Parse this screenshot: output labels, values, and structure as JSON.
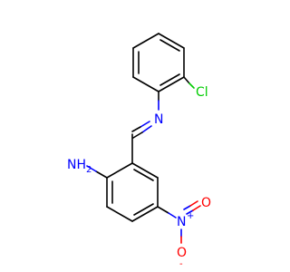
{
  "molecule": {
    "atoms": {
      "chlorine": "Cl",
      "imine_nitrogen": "N",
      "amine": "NH",
      "amine_h_subscript": "2",
      "nitro_nitrogen": "N",
      "nitro_nitrogen_charge": "+",
      "nitro_oxygen_top": "O",
      "nitro_oxygen_bottom": "O",
      "nitro_oxygen_charge": "-"
    },
    "colors": {
      "bond": "#000000",
      "nitrogen": "#0000ff",
      "oxygen": "#ff0000",
      "chlorine": "#00cc00"
    }
  }
}
